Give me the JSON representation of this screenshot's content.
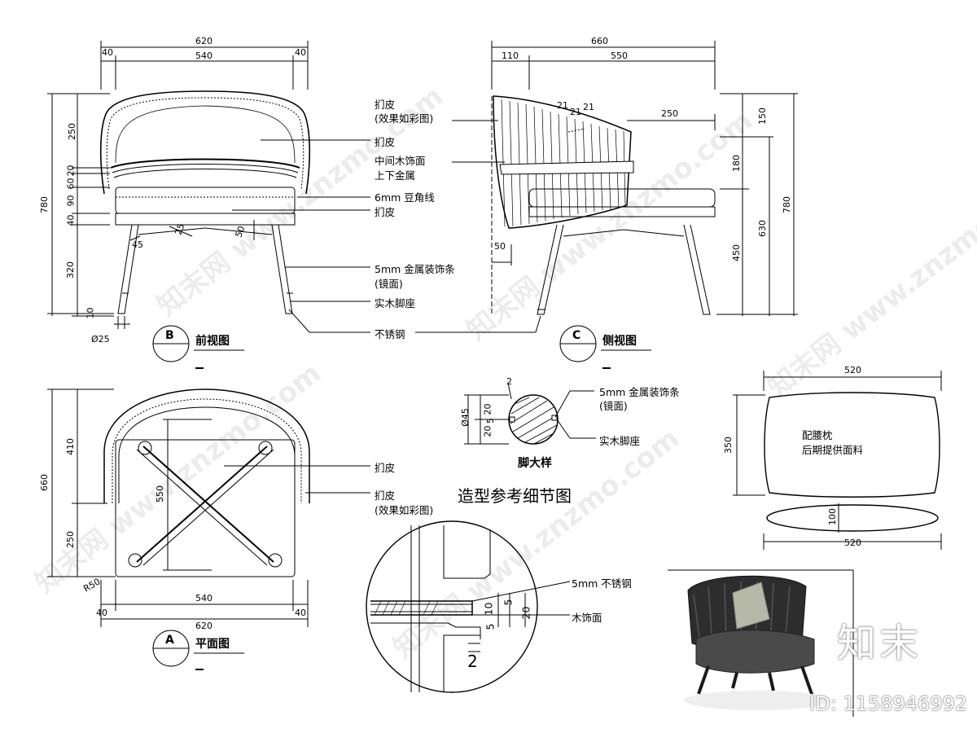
{
  "watermark": "知末网 www.znzmo.com",
  "brand": "知末",
  "id_label": "ID: 1158946992",
  "front_view": {
    "title": "前视图",
    "tag": "B",
    "dims_top": {
      "total": "620",
      "inner": "540",
      "left": "40",
      "right": "40"
    },
    "dims_left": [
      "250",
      "20",
      "60",
      "90",
      "40",
      "320",
      "10"
    ],
    "dim_total": "780",
    "dims_misc": {
      "d25": "25",
      "d45": "45",
      "d50": "50",
      "leg_dia": "Ø25"
    }
  },
  "side_view": {
    "title": "侧视图",
    "tag": "C",
    "dims_top": {
      "total": "660",
      "left": "110",
      "right": "550",
      "arm": "250"
    },
    "dims_right": {
      "d150": "150",
      "d180": "180",
      "d450": "450",
      "d630": "630",
      "total": "780"
    },
    "dims_misc": {
      "d50": "50",
      "rib1": "21",
      "rib2": "21",
      "rib3": "21"
    }
  },
  "plan_view": {
    "title": "平面图",
    "tag": "A",
    "dims_left": {
      "d410": "410",
      "d250": "250",
      "total": "660"
    },
    "dims_bottom": {
      "inner": "540",
      "total": "620",
      "left": "40",
      "right": "40"
    },
    "depth": "550",
    "radius": "R50"
  },
  "labels": {
    "l1a": "扪皮",
    "l1b": "(效果如彩图)",
    "l2": "扪皮",
    "l3a": "中间木饰面",
    "l3b": "上下金属",
    "l4": "6mm 豆角线",
    "l5": "扪皮",
    "l6a": "5mm 金属装饰条",
    "l6b": "(镜面)",
    "l7": "实木脚座",
    "l8": "不锈钢",
    "plan1": "扪皮",
    "plan2a": "扪皮",
    "plan2b": "(效果如彩图)"
  },
  "foot_detail": {
    "title": "脚大样",
    "lbl1a": "5mm 金属装饰条",
    "lbl1b": "(镜面)",
    "lbl2": "实木脚座",
    "dims": {
      "d2": "2",
      "d45": "Ø45",
      "d20a": "20",
      "d5": "5",
      "d20b": "20"
    }
  },
  "section_title": "造型参考细节图",
  "joint_detail": {
    "lbl1": "5mm 不锈钢",
    "lbl2": "木饰面",
    "dims": {
      "d10": "10",
      "d5a": "5",
      "d5b": "5",
      "d20": "20",
      "d2": "2"
    }
  },
  "pillow": {
    "width_top": "520",
    "height": "350",
    "thickness": "100",
    "width_bottom": "520",
    "note1": "配腰枕",
    "note2": "后期提供面料"
  }
}
